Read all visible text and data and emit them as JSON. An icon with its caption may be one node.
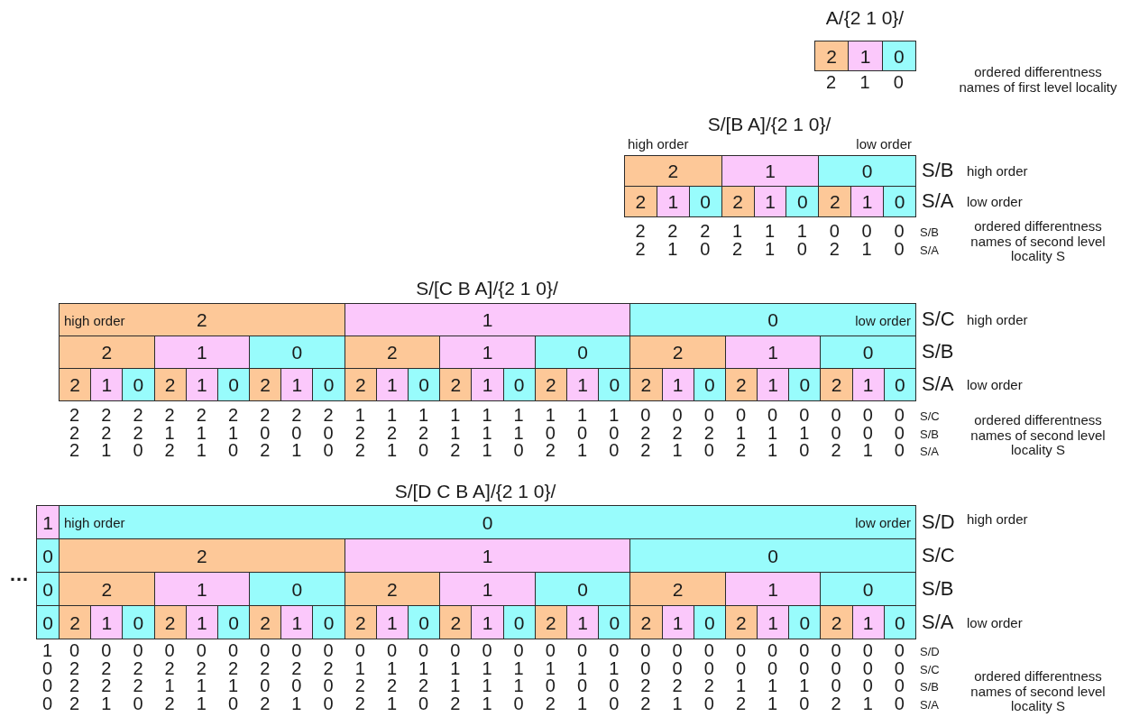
{
  "diagram": {
    "nodes": [
      {
        "text": [
          "2"
        ]
      },
      {
        "text": [
          "1"
        ]
      },
      {
        "text": [
          "0"
        ]
      },
      {
        "text": [
          "2"
        ]
      },
      {
        "text": [
          "1"
        ]
      },
      {
        "text": [
          "0"
        ]
      },
      {
        "text": [
          "2"
        ]
      },
      {
        "text": [
          "1"
        ]
      },
      {
        "text": [
          "0"
        ]
      },
      {
        "text": [
          "2"
        ]
      },
      {
        "text": [
          "1"
        ]
      },
      {
        "text": [
          "0"
        ]
      },
      {
        "text": [
          "2"
        ]
      },
      {
        "text": [
          "1"
        ]
      },
      {
        "text": [
          "0"
        ]
      },
      {
        "text": [
          "high order",
          "2"
        ]
      },
      {
        "text": [
          "1"
        ]
      },
      {
        "text": [
          "0",
          "low order"
        ]
      },
      {
        "text": [
          "2"
        ]
      },
      {
        "text": [
          "1"
        ]
      },
      {
        "text": [
          "0"
        ]
      },
      {
        "text": [
          "2"
        ]
      },
      {
        "text": [
          "1"
        ]
      },
      {
        "text": [
          "0"
        ]
      },
      {
        "text": [
          "2"
        ]
      },
      {
        "text": [
          "1"
        ]
      },
      {
        "text": [
          "0"
        ]
      },
      {
        "text": [
          "2"
        ]
      },
      {
        "text": [
          "1"
        ]
      },
      {
        "text": [
          "0"
        ]
      },
      {
        "text": [
          "2"
        ]
      },
      {
        "text": [
          "1"
        ]
      },
      {
        "text": [
          "0"
        ]
      },
      {
        "text": [
          "2"
        ]
      },
      {
        "text": [
          "1"
        ]
      },
      {
        "text": [
          "0"
        ]
      },
      {
        "text": [
          "2"
        ]
      },
      {
        "text": [
          "1"
        ]
      },
      {
        "text": [
          "0"
        ]
      },
      {
        "text": [
          "2"
        ]
      },
      {
        "text": [
          "1"
        ]
      },
      {
        "text": [
          "0"
        ]
      },
      {
        "text": [
          "2"
        ]
      },
      {
        "text": [
          "1"
        ]
      },
      {
        "text": [
          "0"
        ]
      },
      {
        "text": [
          "2"
        ]
      },
      {
        "text": [
          "1"
        ]
      },
      {
        "text": [
          "0"
        ]
      },
      {
        "text": [
          "2"
        ]
      },
      {
        "text": [
          "1"
        ]
      },
      {
        "text": [
          "0"
        ]
      },
      {
        "text": [
          "2"
        ]
      },
      {
        "text": [
          "1"
        ]
      },
      {
        "text": [
          "0"
        ]
      },
      {
        "text": [
          "1"
        ]
      },
      {
        "text": [
          "high order",
          "0",
          "low order"
        ]
      },
      {
        "text": [
          "0"
        ]
      },
      {
        "text": [
          "2"
        ]
      },
      {
        "text": [
          "1"
        ]
      },
      {
        "text": [
          "0"
        ]
      },
      {
        "text": [
          "0"
        ]
      },
      {
        "text": [
          "2"
        ]
      },
      {
        "text": [
          "1"
        ]
      },
      {
        "text": [
          "0"
        ]
      },
      {
        "text": [
          "2"
        ]
      },
      {
        "text": [
          "1"
        ]
      },
      {
        "text": [
          "0"
        ]
      },
      {
        "text": [
          "2"
        ]
      },
      {
        "text": [
          "1"
        ]
      },
      {
        "text": [
          "0"
        ]
      },
      {
        "text": [
          "0"
        ]
      },
      {
        "text": [
          "2"
        ]
      },
      {
        "text": [
          "1"
        ]
      },
      {
        "text": [
          "0"
        ]
      },
      {
        "text": [
          "2"
        ]
      },
      {
        "text": [
          "1"
        ]
      },
      {
        "text": [
          "0"
        ]
      },
      {
        "text": [
          "2"
        ]
      },
      {
        "text": [
          "1"
        ]
      },
      {
        "text": [
          "0"
        ]
      },
      {
        "text": [
          "2"
        ]
      },
      {
        "text": [
          "1"
        ]
      },
      {
        "text": [
          "0"
        ]
      },
      {
        "text": [
          "2"
        ]
      },
      {
        "text": [
          "1"
        ]
      },
      {
        "text": [
          "0"
        ]
      },
      {
        "text": [
          "2"
        ]
      },
      {
        "text": [
          "1"
        ]
      },
      {
        "text": [
          "0"
        ]
      },
      {
        "text": [
          "2"
        ]
      },
      {
        "text": [
          "1"
        ]
      },
      {
        "text": [
          "0"
        ]
      },
      {
        "text": [
          "2"
        ]
      },
      {
        "text": [
          "1"
        ]
      },
      {
        "text": [
          "0"
        ]
      },
      {
        "text": [
          "2"
        ]
      },
      {
        "text": [
          "1"
        ]
      },
      {
        "text": [
          "0"
        ]
      }
    ],
    "labels": [
      "A/{2 1 0}/",
      "2",
      "1",
      "0",
      "ordered differentness names of first level locality",
      "S/[B A]/{2 1 0}/",
      "high order",
      "low order",
      "S/B",
      "high order",
      "S/A",
      "low order",
      "2 2",
      "2 1",
      "2 0",
      "1 2",
      "1 1",
      "1 0",
      "0 2",
      "0 1",
      "0 0",
      "S/B",
      "S/A",
      "ordered differentness names of second level locality S",
      "S/[C B A]/{2 1 0}/",
      "S/C",
      "high order",
      "S/B",
      "S/A",
      "low order",
      "2 2 2",
      "2 2 1",
      "2 2 0",
      "2 1 2",
      "2 1 1",
      "2 1 0",
      "2 0 2",
      "2 0 1",
      "2 0 0",
      "1 2 2",
      "1 2 1",
      "1 2 0",
      "1 1 2",
      "1 1 1",
      "1 1 0",
      "1 0 2",
      "1 0 1",
      "1 0 0",
      "0 2 2",
      "0 2 1",
      "0 2 0",
      "0 1 2",
      "0 1 1",
      "0 1 0",
      "0 0 2",
      "0 0 1",
      "0 0 0",
      "S/C",
      "S/B",
      "S/A",
      "ordered differentness names of second level locality S",
      "S/[D C B A]/{2 1 0}/",
      "…",
      "S/D",
      "high order",
      "S/C",
      "S/B",
      "S/A",
      "low order",
      "1 0 0 0",
      "0 2 2 2",
      "0 2 2 1",
      "0 2 2 0",
      "0 2 1 2",
      "0 2 1 1",
      "0 2 1 0",
      "0 2 0 2",
      "0 2 0 1",
      "0 2 0 0",
      "0 1 2 2",
      "0 1 2 1",
      "0 1 2 0",
      "0 1 1 2",
      "0 1 1 1",
      "0 1 1 0",
      "0 1 0 2",
      "0 1 0 1",
      "0 1 0 0",
      "0 0 2 2",
      "0 0 2 1",
      "0 0 2 0",
      "0 0 1 2",
      "0 0 1 1",
      "0 0 1 0",
      "0 0 0 2",
      "0 0 0 1",
      "0 0 0 0",
      "S/D",
      "S/C",
      "S/B",
      "S/A",
      "ordered differentness names of second level locality S"
    ]
  }
}
